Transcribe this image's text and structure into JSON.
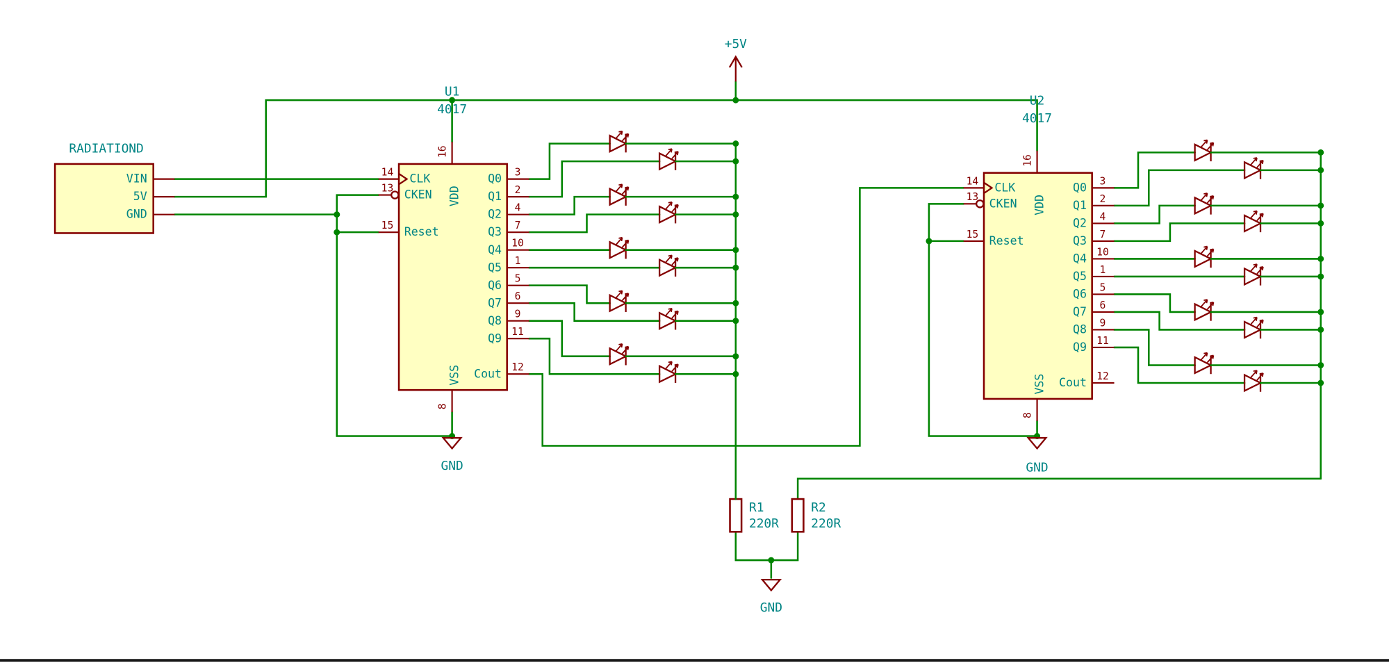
{
  "colors": {
    "wire": "#008400",
    "outline": "#840000",
    "text": "#008484",
    "fill": "#FFFFC2"
  },
  "power": {
    "vcc": "+5V",
    "gnd": "GND"
  },
  "sensor": {
    "label": "RADIATIOND",
    "pins": [
      "VIN",
      "5V",
      "GND"
    ]
  },
  "ics": [
    {
      "ref": "U1",
      "value": "4017",
      "left_pins": [
        {
          "num": "14",
          "name": "CLK",
          "clock": true
        },
        {
          "num": "13",
          "name": "CKEN",
          "inverted": true
        },
        {
          "num": "15",
          "name": "Reset"
        }
      ],
      "right_pins": [
        {
          "num": "3",
          "name": "Q0"
        },
        {
          "num": "2",
          "name": "Q1"
        },
        {
          "num": "4",
          "name": "Q2"
        },
        {
          "num": "7",
          "name": "Q3"
        },
        {
          "num": "10",
          "name": "Q4"
        },
        {
          "num": "1",
          "name": "Q5"
        },
        {
          "num": "5",
          "name": "Q6"
        },
        {
          "num": "6",
          "name": "Q7"
        },
        {
          "num": "9",
          "name": "Q8"
        },
        {
          "num": "11",
          "name": "Q9"
        },
        {
          "num": "12",
          "name": "Cout"
        }
      ],
      "top_pin": {
        "num": "16",
        "name": "VDD"
      },
      "bottom_pin": {
        "num": "8",
        "name": "VSS"
      }
    },
    {
      "ref": "U2",
      "value": "4017",
      "left_pins": [
        {
          "num": "14",
          "name": "CLK",
          "clock": true
        },
        {
          "num": "13",
          "name": "CKEN",
          "inverted": true
        },
        {
          "num": "15",
          "name": "Reset"
        }
      ],
      "right_pins": [
        {
          "num": "3",
          "name": "Q0"
        },
        {
          "num": "2",
          "name": "Q1"
        },
        {
          "num": "4",
          "name": "Q2"
        },
        {
          "num": "7",
          "name": "Q3"
        },
        {
          "num": "10",
          "name": "Q4"
        },
        {
          "num": "1",
          "name": "Q5"
        },
        {
          "num": "5",
          "name": "Q6"
        },
        {
          "num": "6",
          "name": "Q7"
        },
        {
          "num": "9",
          "name": "Q8"
        },
        {
          "num": "11",
          "name": "Q9"
        },
        {
          "num": "12",
          "name": "Cout"
        }
      ],
      "top_pin": {
        "num": "16",
        "name": "VDD"
      },
      "bottom_pin": {
        "num": "8",
        "name": "VSS"
      }
    }
  ],
  "resistors": [
    {
      "ref": "R1",
      "value": "220R"
    },
    {
      "ref": "R2",
      "value": "220R"
    }
  ]
}
